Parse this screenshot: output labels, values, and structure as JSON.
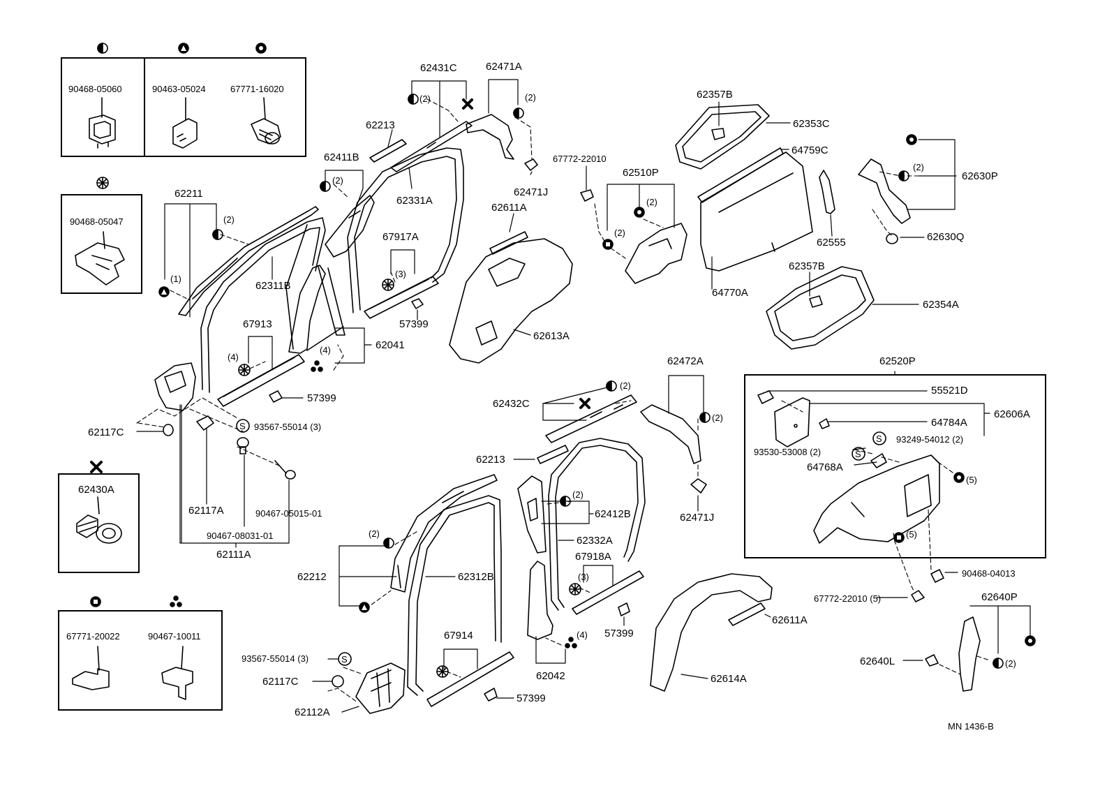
{
  "legend": {
    "fastener_box_1": [
      {
        "code": "90468-05060"
      },
      {
        "code": "90463-05024"
      },
      {
        "code": "67771-16020"
      }
    ],
    "fastener_box_2": {
      "code": "90468-05047"
    },
    "fastener_box_3": {
      "code": "62430A"
    },
    "fastener_box_4": [
      {
        "code": "67771-20022"
      },
      {
        "code": "90467-10011"
      }
    ]
  },
  "labels": {
    "p62211": "62211",
    "p62311B": "62311B",
    "p62213_top": "62213",
    "p62431C": "62431C",
    "p62411B": "62411B",
    "p62331A": "62331A",
    "p62471A": "62471A",
    "p62471J_top": "62471J",
    "p67772_22010_top": "67772-22010",
    "p62510P": "62510P",
    "p62611A_top": "62611A",
    "p67917A": "67917A",
    "p57399_a": "57399",
    "p62613A": "62613A",
    "p62357B_top": "62357B",
    "p62353C": "62353C",
    "p64759C": "64759C",
    "p62555": "62555",
    "p64770A": "64770A",
    "p62357B_bot": "62357B",
    "p62354A": "62354A",
    "p62630P": "62630P",
    "p62630Q": "62630Q",
    "p67913": "67913",
    "p62041": "62041",
    "p57399_b": "57399",
    "p62117C_top": "62117C",
    "p93567_55014_top": "93567-55014 (3)",
    "p62117A": "62117A",
    "p90467_05015_01": "90467-05015-01",
    "p90467_08031_01": "90467-08031-01",
    "p62111A": "62111A",
    "p62472A": "62472A",
    "p62432C": "62432C",
    "p62213_bot": "62213",
    "p62412B": "62412B",
    "p62332A": "62332A",
    "p67918A": "67918A",
    "p62471J_bot": "62471J",
    "p62212": "62212",
    "p62312B": "62312B",
    "p57399_c": "57399",
    "p62611A_bot": "62611A",
    "p67914": "67914",
    "p62042": "62042",
    "p93567_55014_bot": "93567-55014 (3)",
    "p62117C_bot": "62117C",
    "p57399_d": "57399",
    "p62614A": "62614A",
    "p62112A": "62112A",
    "p62520P": "62520P",
    "p55521D": "55521D",
    "p62606A": "62606A",
    "p64784A": "64784A",
    "p93249_54012": "93249-54012 (2)",
    "p93530_53008": "93530-53008 (2)",
    "p64768A": "64768A",
    "p90468_04013": "90468-04013",
    "p67772_22010_bot": "67772-22010 (5)",
    "p62640P": "62640P",
    "p62640L": "62640L",
    "diagram_code": "MN  1436-B"
  },
  "qty": {
    "q2": "(2)",
    "q1": "(1)",
    "q3": "(3)",
    "q4": "(4)",
    "q5": "(5)"
  },
  "colors": {
    "ink": "#000000",
    "paper": "#ffffff"
  }
}
